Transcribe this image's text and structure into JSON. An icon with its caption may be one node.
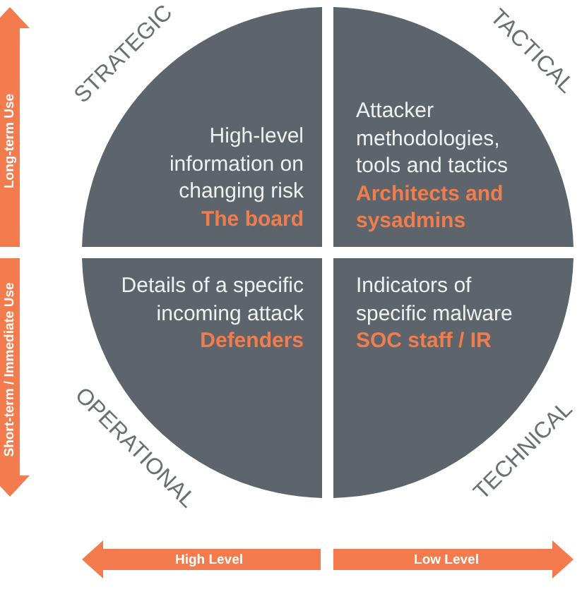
{
  "diagram": {
    "nodes": [
      {
        "text": [
          "STRATEGIC",
          "High-level information on changing risk",
          "The board"
        ]
      },
      {
        "text": [
          "TACTICAL",
          "Attacker methodologies, tools and tactics",
          "Architects and sysadmins"
        ]
      },
      {
        "text": [
          "OPERATIONAL",
          "Details of a specific incoming attack",
          "Defenders"
        ]
      },
      {
        "text": [
          "TECHNICAL",
          "Indicators of specific malware",
          "SOC staff / IR"
        ]
      }
    ],
    "labels": [
      "Long-term Use",
      "Short-term / Immediate Use",
      "High Level",
      "Low Level"
    ]
  }
}
